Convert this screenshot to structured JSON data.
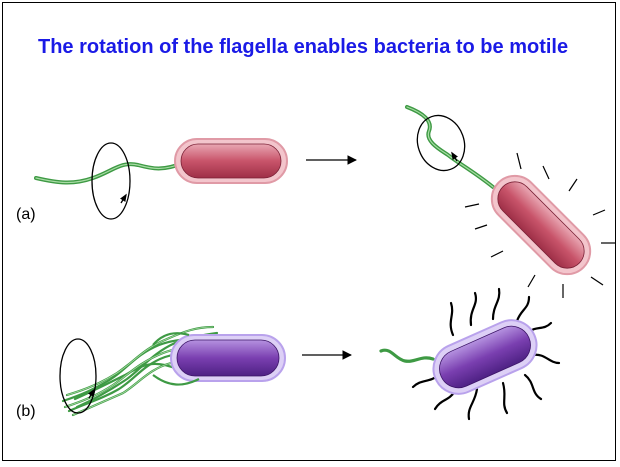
{
  "slide": {
    "title": "The rotation of the flagella enables bacteria to be motile",
    "panel_a_label": "(a)",
    "panel_b_label": "(b)"
  },
  "colors": {
    "title": "#1a1ae6",
    "rod_bacterium_fill": "#c8546a",
    "rod_bacterium_outline": "#e8a0a8",
    "flagellated_bacterium_fill": "#7a3fb0",
    "flagellated_bacterium_outline": "#c9b6ee",
    "flagellum": "#3e9a44"
  },
  "icons": {
    "rotation": "curved-arrow-rotation-icon",
    "direction": "right-arrow-icon"
  }
}
